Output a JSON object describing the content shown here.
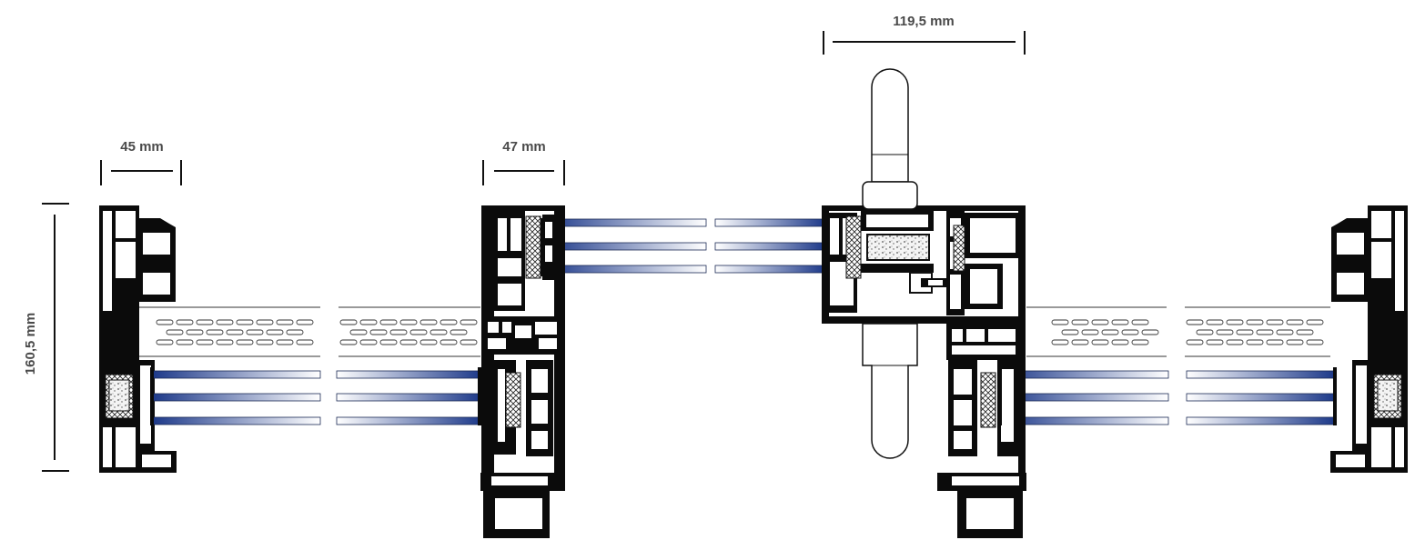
{
  "dimensions": {
    "left_frame": "45 mm",
    "sash_mullion": "47 mm",
    "center_meeting": "119,5 mm",
    "total_depth": "160,5 mm"
  },
  "colors": {
    "glass_dark": "#1e3a8a",
    "glass_light": "#ffffff",
    "profile": "#0b0b0b",
    "dimension_text": "#4a4a4a"
  }
}
